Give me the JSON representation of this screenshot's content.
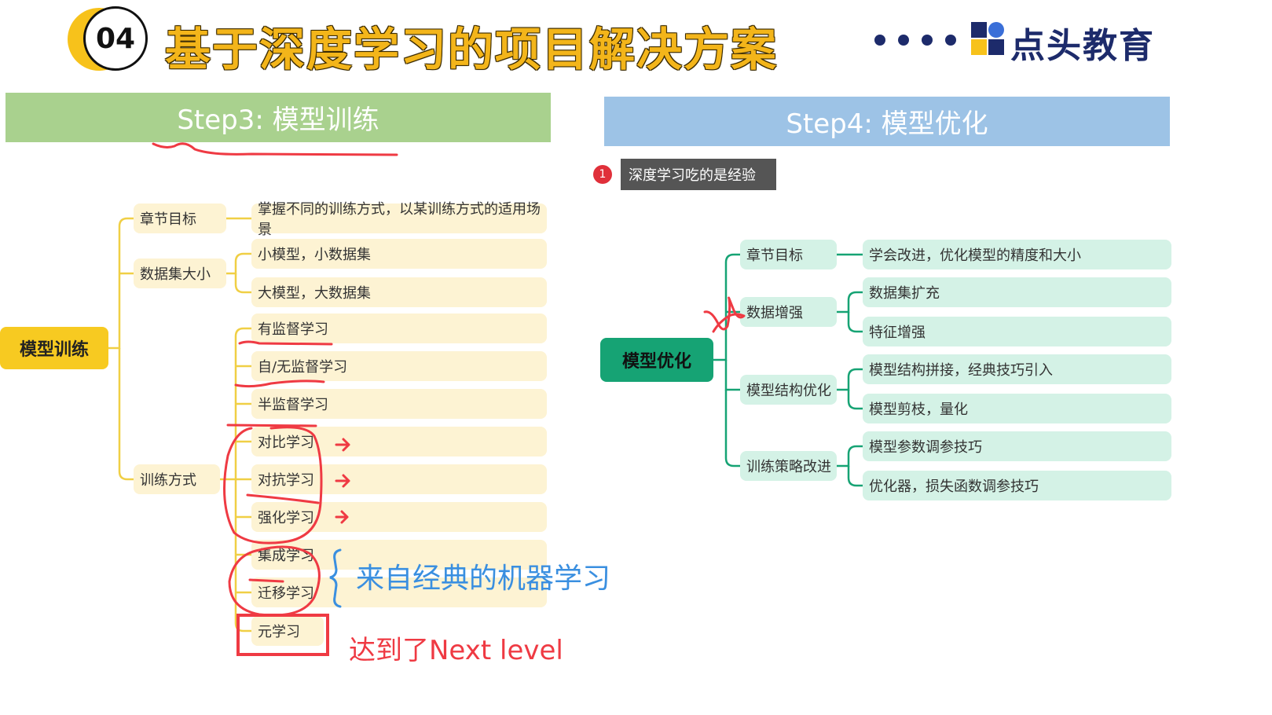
{
  "header": {
    "number": "04",
    "title": "基于深度学习的项目解决方案",
    "logo_text": "点头教育"
  },
  "step3": {
    "label": "Step3: 模型训练",
    "root": "模型训练",
    "branches": {
      "goal": "章节目标",
      "dataset": "数据集大小",
      "method": "训练方式"
    },
    "leaves": {
      "goal": "掌握不同的训练方式，以某训练方式的适用场景",
      "small": "小模型，小数据集",
      "large": "大模型，大数据集",
      "supervised": "有监督学习",
      "unsupervised": "自/无监督学习",
      "semi": "半监督学习",
      "contrast": "对比学习",
      "adversarial": "对抗学习",
      "reinforcement": "强化学习",
      "ensemble": "集成学习",
      "transfer": "迁移学习",
      "meta": "元学习"
    },
    "annotations": {
      "classic": "来自经典的机器学习",
      "next_level": "达到了Next level"
    }
  },
  "step4": {
    "label": "Step4: 模型优化",
    "comment_number": "1",
    "comment_text": "深度学习吃的是经验",
    "root": "模型优化",
    "branches": {
      "goal": "章节目标",
      "augment": "数据增强",
      "structure": "模型结构优化",
      "strategy": "训练策略改进"
    },
    "leaves": {
      "goal": "学会改进，优化模型的精度和大小",
      "dataset_expand": "数据集扩充",
      "feature_aug": "特征增强",
      "stitch": "模型结构拼接，经典技巧引入",
      "prune": "模型剪枝，量化",
      "param_tuning": "模型参数调参技巧",
      "optimizer": "优化器，损失函数调参技巧"
    }
  },
  "colors": {
    "title": "#f3b51a",
    "step3_bar": "#a9d18e",
    "step4_bar": "#9dc3e6",
    "yellow_node": "#fdf3d3",
    "yellow_root": "#f7ca21",
    "green_node": "#d4f2e6",
    "green_root": "#16a374",
    "red_ink": "#ef3a43",
    "blue_ink": "#3a8fe0"
  }
}
